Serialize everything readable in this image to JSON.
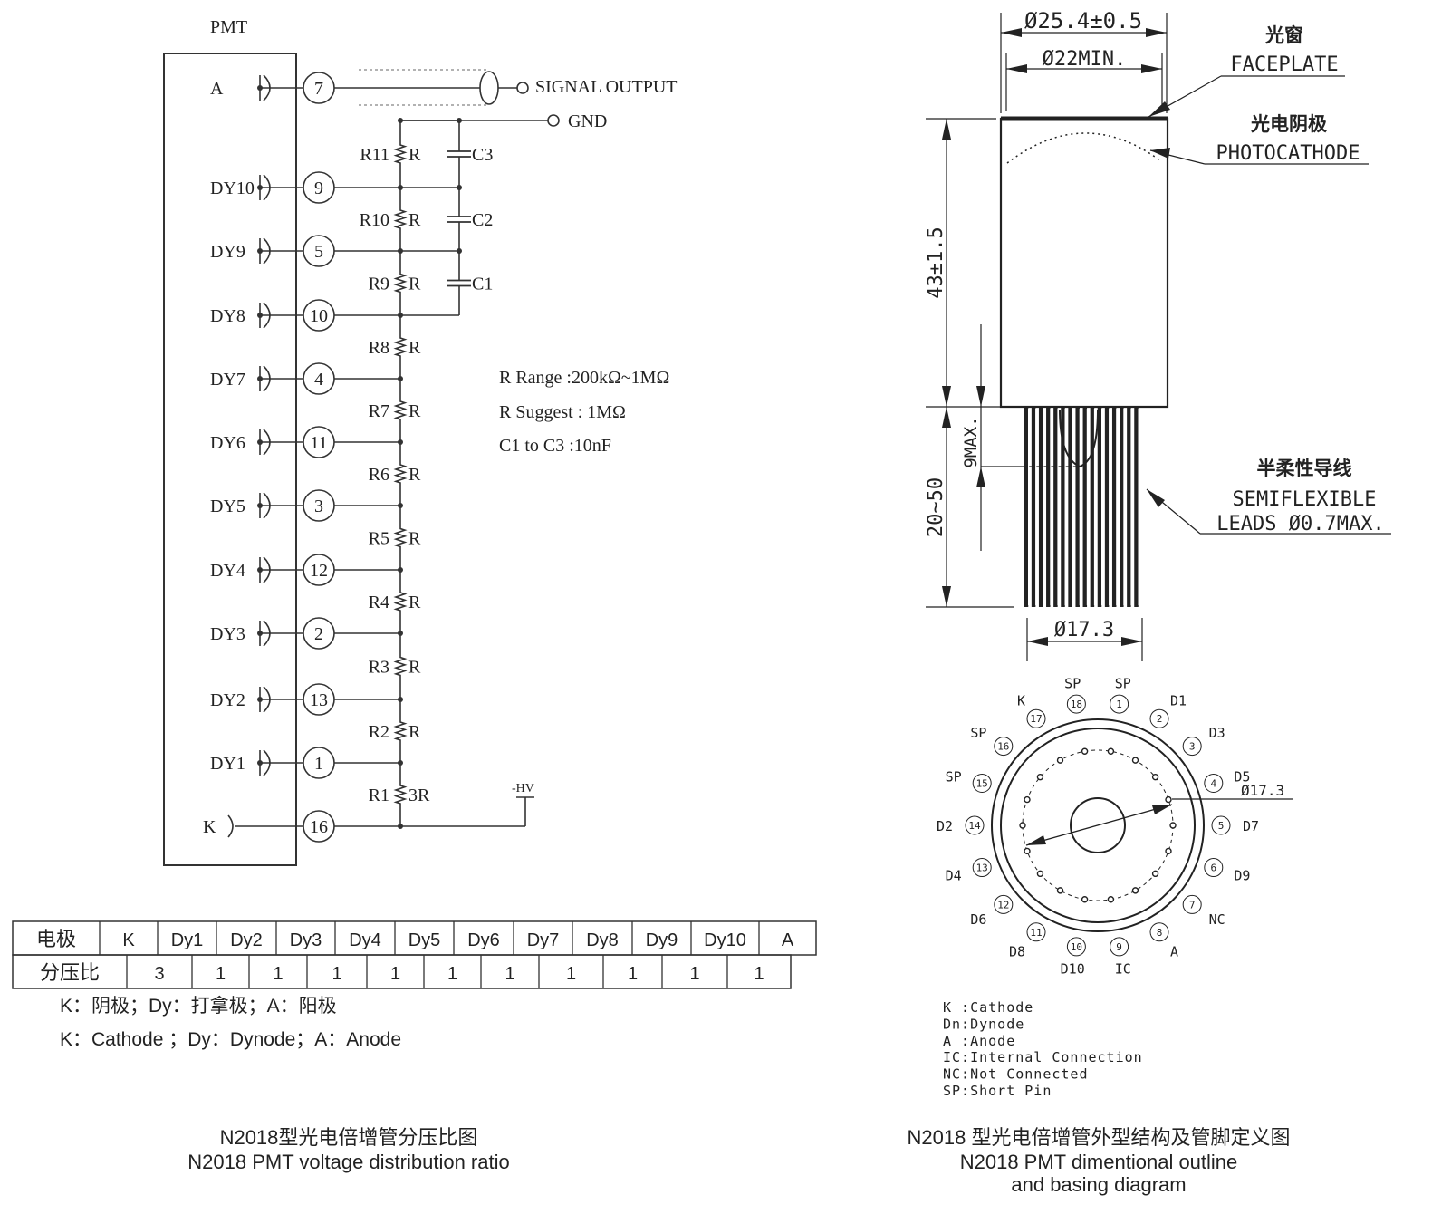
{
  "schematic": {
    "pmt_label": "PMT",
    "electrodes": [
      {
        "label": "A",
        "pin": "7"
      },
      {
        "label": "DY10",
        "pin": "9"
      },
      {
        "label": "DY9",
        "pin": "5"
      },
      {
        "label": "DY8",
        "pin": "10"
      },
      {
        "label": "DY7",
        "pin": "4"
      },
      {
        "label": "DY6",
        "pin": "11"
      },
      {
        "label": "DY5",
        "pin": "3"
      },
      {
        "label": "DY4",
        "pin": "12"
      },
      {
        "label": "DY3",
        "pin": "2"
      },
      {
        "label": "DY2",
        "pin": "13"
      },
      {
        "label": "DY1",
        "pin": "1"
      },
      {
        "label": "K",
        "pin": "16"
      }
    ],
    "signal_output": "SIGNAL OUTPUT",
    "gnd": "GND",
    "hv": "-HV",
    "resistors": [
      {
        "name": "R11",
        "value": "R"
      },
      {
        "name": "R10",
        "value": "R"
      },
      {
        "name": "R9",
        "value": "R"
      },
      {
        "name": "R8",
        "value": "R"
      },
      {
        "name": "R7",
        "value": "R"
      },
      {
        "name": "R6",
        "value": "R"
      },
      {
        "name": "R5",
        "value": "R"
      },
      {
        "name": "R4",
        "value": "R"
      },
      {
        "name": "R3",
        "value": "R"
      },
      {
        "name": "R2",
        "value": "R"
      },
      {
        "name": "R1",
        "value": "3R"
      }
    ],
    "capacitors": [
      "C3",
      "C2",
      "C1"
    ],
    "notes": [
      "R Range :200kΩ~1MΩ",
      "R Suggest : 1MΩ",
      "C1 to C3 :10nF"
    ]
  },
  "ratio_table": {
    "row1_header": "电极",
    "row1": [
      "K",
      "Dy1",
      "Dy2",
      "Dy3",
      "Dy4",
      "Dy5",
      "Dy6",
      "Dy7",
      "Dy8",
      "Dy9",
      "Dy10",
      "A"
    ],
    "row2_header": "分压比",
    "row2": [
      "3",
      "1",
      "1",
      "1",
      "1",
      "1",
      "1",
      "1",
      "1",
      "1",
      "1"
    ]
  },
  "legend_cn": "K：阴极；Dy：打拿极；A：阳极",
  "legend_en": "K：Cathode ；Dy：Dynode；A：Anode",
  "caption_left": [
    "N2018型光电倍增管分压比图",
    "N2018 PMT voltage distribution ratio"
  ],
  "outline": {
    "dia_outer": "Ø25.4±0.5",
    "dia_min": "Ø22MIN.",
    "faceplate_cn": "光窗",
    "faceplate_en": "FACEPLATE",
    "photocathode_cn": "光电阴极",
    "photocathode_en": "PHOTOCATHODE",
    "height": "43±1.5",
    "max9": "9MAX.",
    "lead_len": "20~50",
    "leads_cn": "半柔性导线",
    "leads_en1": "SEMIFLEXIBLE",
    "leads_en2": "LEADS Ø0.7MAX.",
    "dia_base": "Ø17.3"
  },
  "basing": {
    "pins": [
      {
        "num": "1",
        "label": "SP"
      },
      {
        "num": "2",
        "label": "D1"
      },
      {
        "num": "3",
        "label": "D3"
      },
      {
        "num": "4",
        "label": "D5"
      },
      {
        "num": "5",
        "label": "D7"
      },
      {
        "num": "6",
        "label": "D9"
      },
      {
        "num": "7",
        "label": "NC"
      },
      {
        "num": "8",
        "label": "A"
      },
      {
        "num": "9",
        "label": "IC"
      },
      {
        "num": "10",
        "label": "D10"
      },
      {
        "num": "11",
        "label": "D8"
      },
      {
        "num": "12",
        "label": "D6"
      },
      {
        "num": "13",
        "label": "D4"
      },
      {
        "num": "14",
        "label": "D2"
      },
      {
        "num": "15",
        "label": "SP"
      },
      {
        "num": "16",
        "label": "SP"
      },
      {
        "num": "17",
        "label": "K"
      },
      {
        "num": "18",
        "label": "SP"
      }
    ],
    "circle_dia": "Ø17.3"
  },
  "basing_legend": [
    "K :Cathode",
    "Dn:Dynode",
    "A :Anode",
    "IC:Internal Connection",
    "NC:Not Connected",
    "SP:Short Pin"
  ],
  "caption_right": [
    "N2018 型光电倍增管外型结构及管脚定义图",
    "N2018 PMT dimentional outline",
    "and basing diagram"
  ]
}
